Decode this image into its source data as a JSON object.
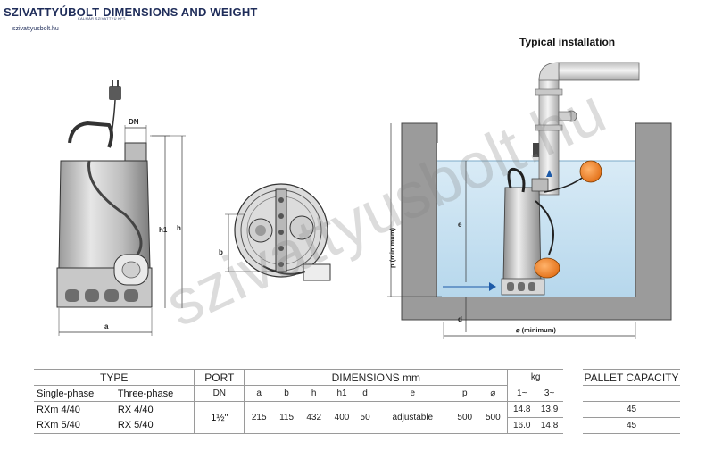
{
  "header": {
    "logo_title": "SZIVATTYÚBOLT DIMENSIONS AND WEIGHT",
    "logo_tagline": "KALMÁR SZIVATTYÚ KFT.",
    "logo_url": "szivattyusbolt.hu",
    "typical_installation": "Typical installation"
  },
  "watermark": "szivattyusbolt.hu",
  "drawing_labels": {
    "dn": "DN",
    "h1": "h1",
    "h": "h",
    "a": "a",
    "b": "b",
    "p_min": "p (minimum)",
    "e": "e",
    "d": "d",
    "diameter_min": "⌀ (minimum)"
  },
  "table": {
    "type_header": "TYPE",
    "port_header": "PORT",
    "dimensions_header": "DIMENSIONS mm",
    "kg_header": "kg",
    "pallet_header": "PALLET CAPACITY",
    "single_phase": "Single-phase",
    "three_phase": "Three-phase",
    "dn": "DN",
    "dim_columns": [
      "a",
      "b",
      "h",
      "h1",
      "d",
      "e",
      "p",
      "⌀"
    ],
    "kg_columns": [
      "1~",
      "3~"
    ],
    "port_value": "1½\"",
    "rows": [
      {
        "single": "RXm 4/40",
        "three": "RX 4/40",
        "kg_single": "14.8",
        "kg_three": "13.9",
        "pallet": "45"
      },
      {
        "single": "RXm 5/40",
        "three": "RX 5/40",
        "kg_single": "16.0",
        "kg_three": "14.8",
        "pallet": "45"
      }
    ],
    "dim_values": [
      "215",
      "115",
      "432",
      "400",
      "50",
      "adjustable",
      "500",
      "500"
    ]
  }
}
